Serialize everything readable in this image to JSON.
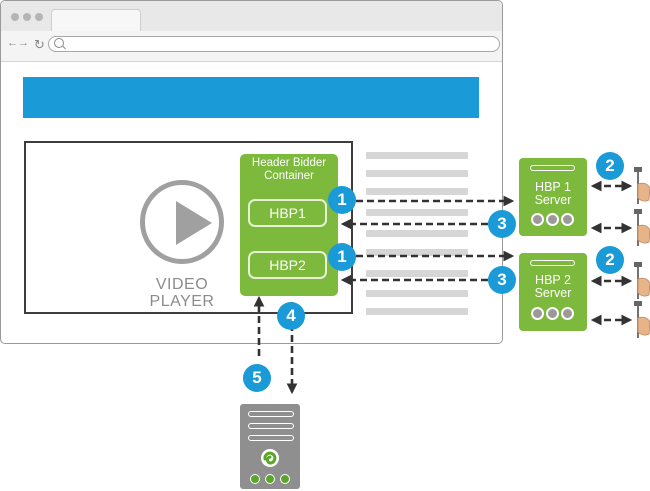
{
  "browser": {
    "nav_icon": "back-forward-arrows-icon",
    "nav_arrows": "←→",
    "refresh_icon": "refresh-icon",
    "refresh_glyph": "↻",
    "search_icon": "search-icon"
  },
  "video_player": {
    "label_line1": "VIDEO",
    "label_line2": "PLAYER",
    "icon": "play-icon"
  },
  "header_bidder_container": {
    "title_line1": "Header Bidder",
    "title_line2": "Container",
    "boxes": [
      {
        "label": "HBP1"
      },
      {
        "label": "HBP2"
      }
    ]
  },
  "servers": [
    {
      "line1": "HBP 1",
      "line2": "Server"
    },
    {
      "line1": "HBP 2",
      "line2": "Server"
    }
  ],
  "steps": {
    "s1": "1",
    "s2": "2",
    "s3": "3",
    "s4": "4",
    "s5": "5"
  },
  "bidders": {
    "icon": "hand-gavel-icon",
    "count": 4
  },
  "ad_server": {
    "icon": "swirl-logo-icon"
  },
  "colors": {
    "accent_blue": "#1a9ad6",
    "container_green": "#7db93c",
    "server_gray": "#8f8f8f",
    "placeholder_gray": "#d6d6d6",
    "arrow_dark": "#333333"
  }
}
